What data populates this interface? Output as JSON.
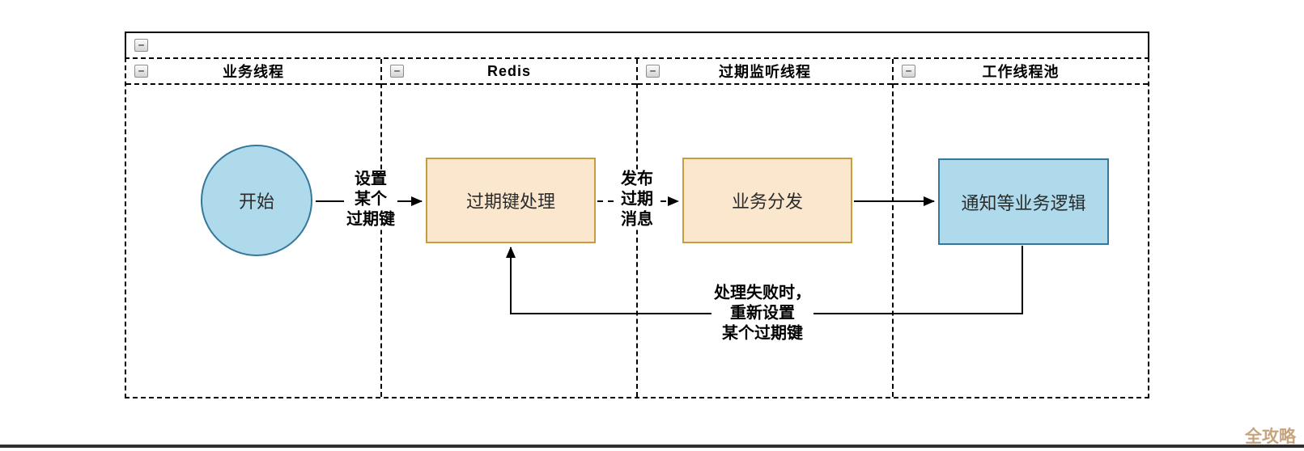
{
  "icons": {
    "collapse": "−"
  },
  "pool": {
    "title": "",
    "lanes": [
      {
        "label": "业务线程"
      },
      {
        "label": "Redis"
      },
      {
        "label": "过期监听线程"
      },
      {
        "label": "工作线程池"
      }
    ]
  },
  "nodes": {
    "start": {
      "label": "开始",
      "shape": "circle",
      "fill": "#AEDAEB",
      "stroke": "#35789B"
    },
    "expired_key_processing": {
      "label": "过期键处理",
      "shape": "rect",
      "fill": "#FBE6CE",
      "stroke": "#C69C3F"
    },
    "business_dispatch": {
      "label": "业务分发",
      "shape": "rect",
      "fill": "#FBE6CE",
      "stroke": "#C69C3F"
    },
    "notify_business_logic": {
      "label": "通知等业务逻辑",
      "shape": "rect",
      "fill": "#AEDAEB",
      "stroke": "#35789B"
    }
  },
  "edges": {
    "set_expired_key": {
      "style": "solid",
      "lines": [
        "设置",
        "某个",
        "过期键"
      ]
    },
    "publish_expire_message": {
      "style": "dashed",
      "lines": [
        "发布",
        "过期",
        "消息"
      ]
    },
    "dispatch_to_worker": {
      "style": "solid",
      "lines": []
    },
    "retry_on_failure": {
      "style": "solid",
      "lines": [
        "处理失败时，",
        "重新设置",
        "某个过期键"
      ]
    }
  },
  "watermark": {
    "text": "全攻略",
    "color": "#C8A47E"
  }
}
